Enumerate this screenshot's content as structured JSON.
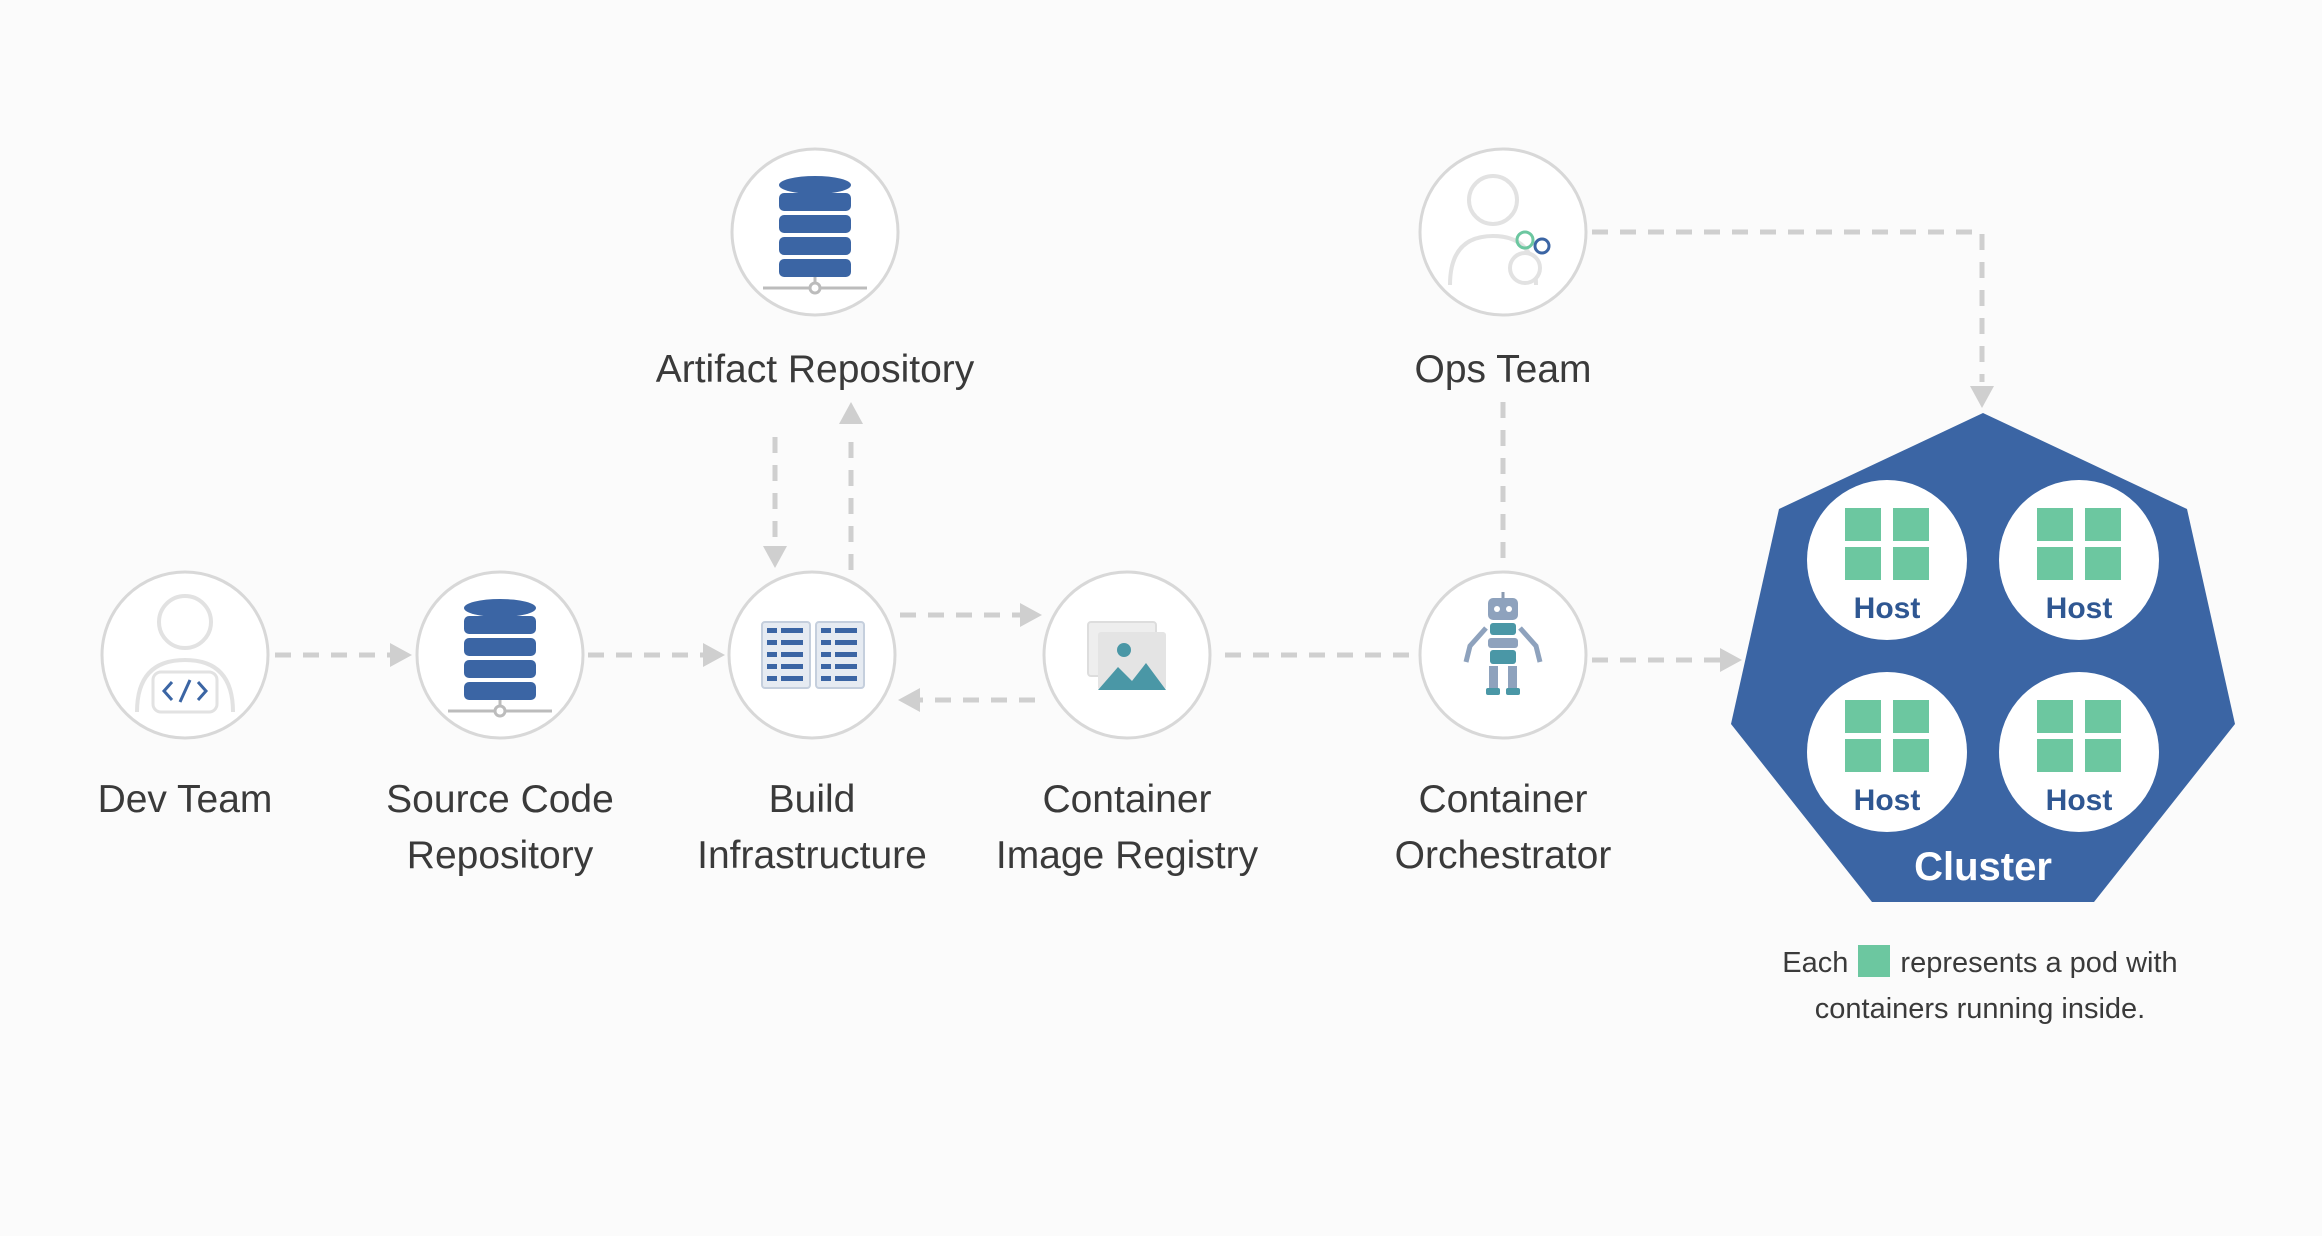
{
  "nodes": {
    "dev_team": {
      "label": "Dev Team",
      "icon": "developer-icon"
    },
    "source_code": {
      "label_line1": "Source Code",
      "label_line2": "Repository",
      "icon": "database-icon"
    },
    "artifact_repo": {
      "label": "Artifact Repository",
      "icon": "database-icon"
    },
    "build_infra": {
      "label_line1": "Build",
      "label_line2": "Infrastructure",
      "icon": "server-rack-icon"
    },
    "image_registry": {
      "label_line1": "Container",
      "label_line2": "Image Registry",
      "icon": "image-icon"
    },
    "ops_team": {
      "label": "Ops Team",
      "icon": "operator-icon"
    },
    "orchestrator": {
      "label_line1": "Container",
      "label_line2": "Orchestrator",
      "icon": "robot-icon"
    }
  },
  "cluster": {
    "label": "Cluster",
    "hosts": [
      "Host",
      "Host",
      "Host",
      "Host"
    ],
    "note_part1": "Each",
    "note_part2": "represents a pod with",
    "note_line2": "containers running inside."
  },
  "colors": {
    "primary_blue": "#3b65a4",
    "pod_green": "#6cc7a0",
    "connector_gray": "#cfcfcf"
  }
}
